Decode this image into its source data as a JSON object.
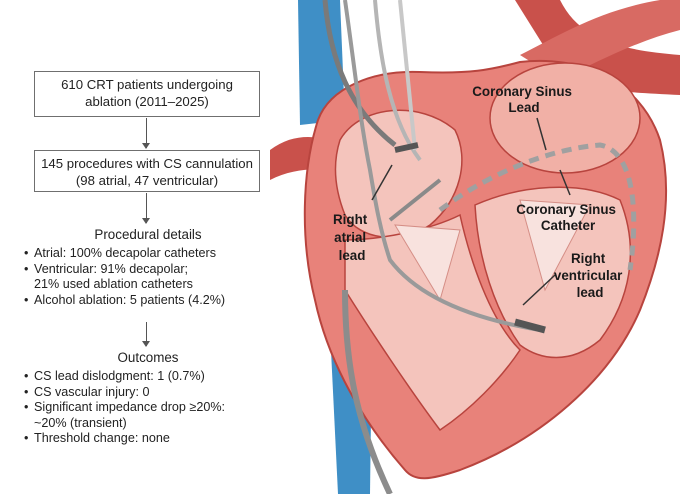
{
  "flowchart": {
    "box1": {
      "line1": "610 CRT patients undergoing",
      "line2": "ablation (2011–2025)"
    },
    "box2": {
      "line1": "145 procedures with CS cannulation",
      "line2": "(98 atrial, 47 ventricular)"
    },
    "procedural": {
      "heading": "Procedural details",
      "items": [
        {
          "line1": "Atrial: 100% decapolar catheters",
          "line2": ""
        },
        {
          "line1": "Ventricular: 91% decapolar;",
          "line2": "21% used ablation catheters"
        },
        {
          "line1": "Alcohol ablation: 5 patients (4.2%)",
          "line2": ""
        }
      ]
    },
    "outcomes": {
      "heading": "Outcomes",
      "items": [
        {
          "line1": "CS lead dislodgment: 1 (0.7%)",
          "line2": ""
        },
        {
          "line1": "CS vascular injury: 0",
          "line2": ""
        },
        {
          "line1": "Significant impedance drop ≥20%:",
          "line2": "~20% (transient)"
        },
        {
          "line1": "Threshold change: none",
          "line2": ""
        }
      ]
    }
  },
  "illustration": {
    "labels": {
      "cs_lead": [
        "Coronary Sinus",
        "Lead"
      ],
      "cs_catheter": [
        "Coronary Sinus",
        "Catheter"
      ],
      "right_atrial_lead": [
        "Right",
        "atrial",
        "lead"
      ],
      "right_ventricular_lead": [
        "Right",
        "ventricular",
        "lead"
      ]
    },
    "colors": {
      "myocardium": "#e8827a",
      "myocardium_dark": "#c9514b",
      "chamber_light": "#f4c4bc",
      "vessel_blue": "#3f8fc6",
      "lead_gray": "#7a7a7a",
      "catheter_gray": "#a0a0a0"
    }
  }
}
